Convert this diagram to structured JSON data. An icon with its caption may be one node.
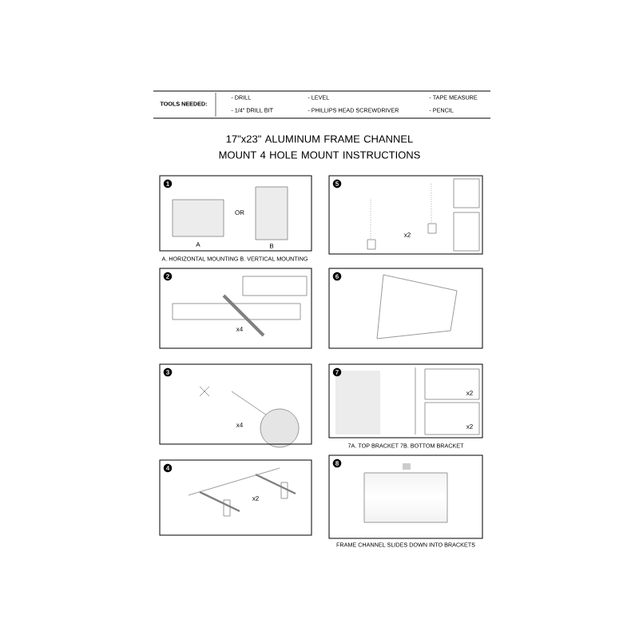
{
  "diagram": {
    "title": "17\"x23\" ALUMINUM FRAME CHANNEL MOUNT 4 HOLE MOUNT INSTRUCTIONS",
    "nodes": [
      {
        "text": [
          "1",
          "OR",
          "A",
          "B"
        ],
        "beside": [
          "A. HORIZONTAL MOUNTING  B. VERTICAL MOUNTING"
        ]
      },
      {
        "text": [
          "2",
          "x4"
        ]
      },
      {
        "text": [
          "3",
          "x4"
        ]
      },
      {
        "text": [
          "4",
          "x2"
        ]
      },
      {
        "text": [
          "5",
          "x2"
        ]
      },
      {
        "text": [
          "6"
        ]
      },
      {
        "text": [
          "7",
          "x2",
          "x2"
        ],
        "beside": [
          "7A. TOP BRACKET  7B. BOTTOM BRACKET"
        ]
      },
      {
        "text": [
          "8"
        ],
        "beside": [
          "FRAME CHANNEL SLIDES DOWN INTO BRACKETS"
        ]
      }
    ],
    "labels": [
      "TOOLS NEEDED:",
      "- DRILL",
      "- 1/4\" DRILL BIT",
      "- LEVEL",
      "- PHILLIPS HEAD SCREWDRIVER",
      "- TAPE MEASURE",
      "- PENCIL"
    ]
  }
}
